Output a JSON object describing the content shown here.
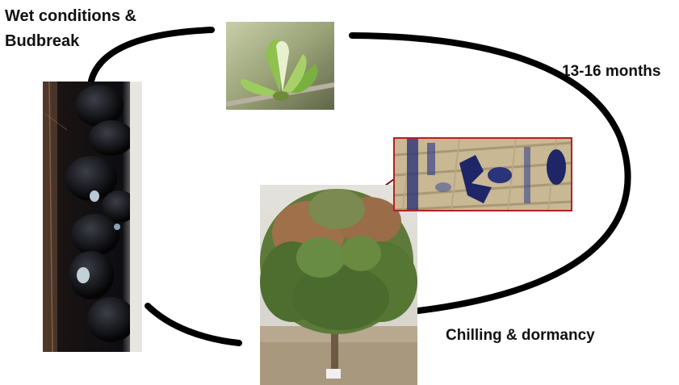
{
  "labels": {
    "stage_wet_line1": "Wet conditions &",
    "stage_wet_line2": "Budbreak",
    "duration": "13-16 months",
    "stage_chilling": "Chilling  & dormancy"
  },
  "photos": [
    {
      "id": "budbreak",
      "subject": "opening leaf bud"
    },
    {
      "id": "canker",
      "subject": "blackened cankered branch with stromata"
    },
    {
      "id": "micrograph",
      "subject": "stained xylem tissue micrograph"
    },
    {
      "id": "tree",
      "subject": "hazelnut tree with dieback canopy"
    }
  ],
  "colors": {
    "cycle_line": "#000000",
    "inset_border": "#b22222",
    "connector": "#8b0000"
  }
}
